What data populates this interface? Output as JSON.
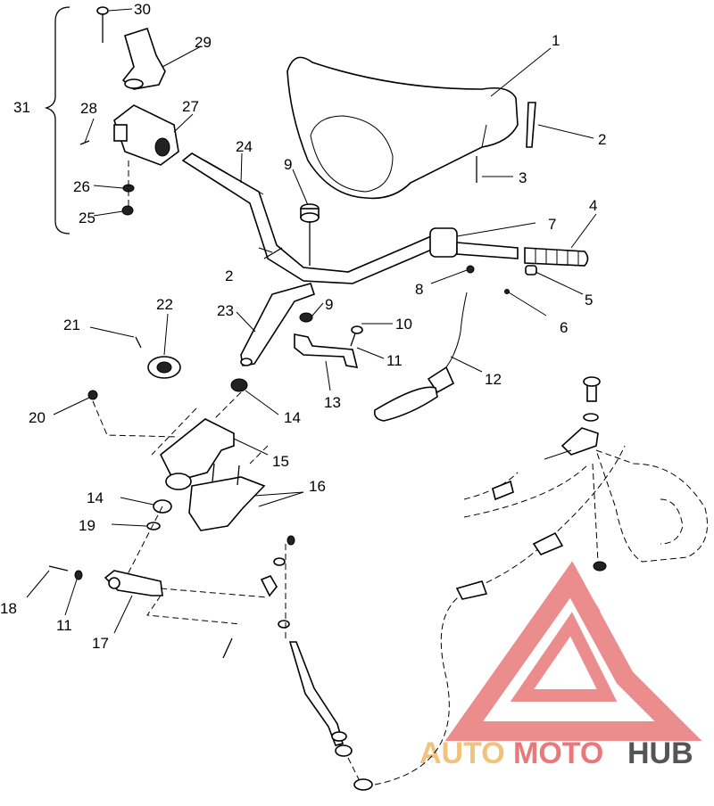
{
  "labels": {
    "p1": "1",
    "p2a": "2",
    "p2b": "2",
    "p3": "3",
    "p4": "4",
    "p5": "5",
    "p6": "6",
    "p7": "7",
    "p8": "8",
    "p9a": "9",
    "p9b": "9",
    "p10": "10",
    "p11a": "11",
    "p11b": "11",
    "p12": "12",
    "p13": "13",
    "p14a": "14",
    "p14b": "14",
    "p15": "15",
    "p16": "16",
    "p17": "17",
    "p18": "18",
    "p19": "19",
    "p20": "20",
    "p21": "21",
    "p22": "22",
    "p23": "23",
    "p24": "24",
    "p25": "25",
    "p26": "26",
    "p27": "27",
    "p28": "28",
    "p29": "29",
    "p30": "30",
    "p31": "31"
  },
  "watermark": {
    "part1": "AUTO",
    "part2": "MOTO",
    "part3": "HUB",
    "color_primary": "#e8787a",
    "color_secondary": "#f2c27a",
    "color_dark": "#555555"
  }
}
